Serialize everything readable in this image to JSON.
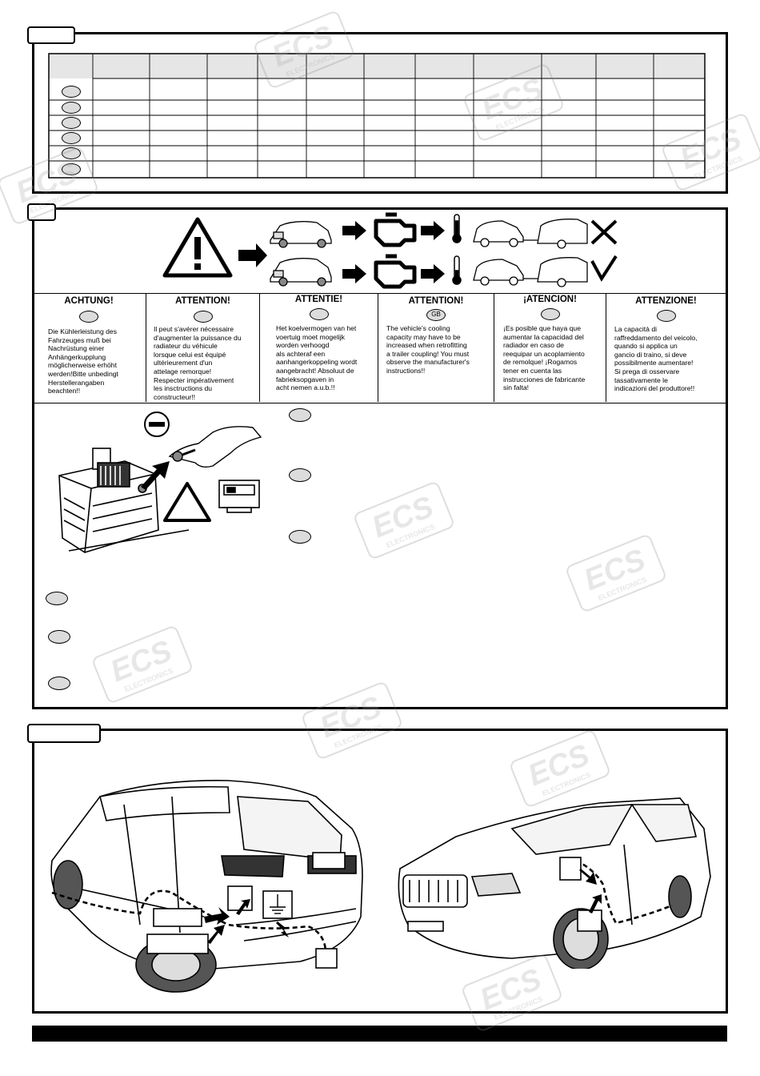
{
  "watermark": {
    "brand": "ECS",
    "sub": "ELECTRONICS"
  },
  "table": {
    "column_count": 12,
    "row_count": 6
  },
  "warnings": [
    {
      "heading": "ACHTUNG!",
      "badge": "",
      "text": "Die Kühlerleistung des\nFahrzeuges muß bei\nNachrüstung einer\nAnhängerkupplung\nmöglicherweise erhöht\nwerden!Bitte unbedingt\nHerstellerangaben\nbeachten!!"
    },
    {
      "heading": "ATTENTION!",
      "badge": "",
      "text": "Il peut s'avérer nécessaire\nd'augmenter la puissance du\nradiateur du véhicule\nlorsque celui est équipé\nultérieurement d'un\nattelage remorque!\nRespecter impérativement\nles insctructions du\nconstructeur!!"
    },
    {
      "heading": "ATTENTIE!",
      "badge": "",
      "text": "Het koelvermogen van het\nvoertuig moet mogelijk\nworden verhoogd\nals achteraf een\naanhangerkoppeling wordt\naangebracht! Absoluut de\nfabrieksopgaven in\nacht nemen a.u.b.!!"
    },
    {
      "heading": "ATTENTION!",
      "badge": "GB",
      "text": "The vehicle's cooling\ncapacity may have to be\nincreased when retrofitting\na trailer coupling! You must\nobserve the manufacturer's\ninstructions!!"
    },
    {
      "heading": "¡ATENCION!",
      "badge": "",
      "text": "¡Es posible que haya que\naumentar la capacidad del\nradiador en caso de\nreequipar un acoplamiento\nde remolque! ¡Rogamos\ntener en cuenta las\ninstrucciones de fabricante\nsin falta!"
    },
    {
      "heading": "ATTENZIONE!",
      "badge": "",
      "text": "La capacità di\nraffreddamento del veicolo,\nquando si applica un\ngancio di traino, si deve\npossibilmente aumentare!\nSi prega di osservare\ntassativamente le\nindicazioni del produttore!!"
    }
  ],
  "symbols": {
    "warning": "warning-triangle-icon",
    "engine": "engine-check-icon",
    "thermometer": "thermometer-icon",
    "cross": "cross-mark-icon",
    "check": "check-mark-icon",
    "minus": "minus-terminal-icon"
  },
  "colors": {
    "ink": "#000000",
    "oval_fill": "#dcdcdc",
    "watermark": "#c8c8c8"
  }
}
